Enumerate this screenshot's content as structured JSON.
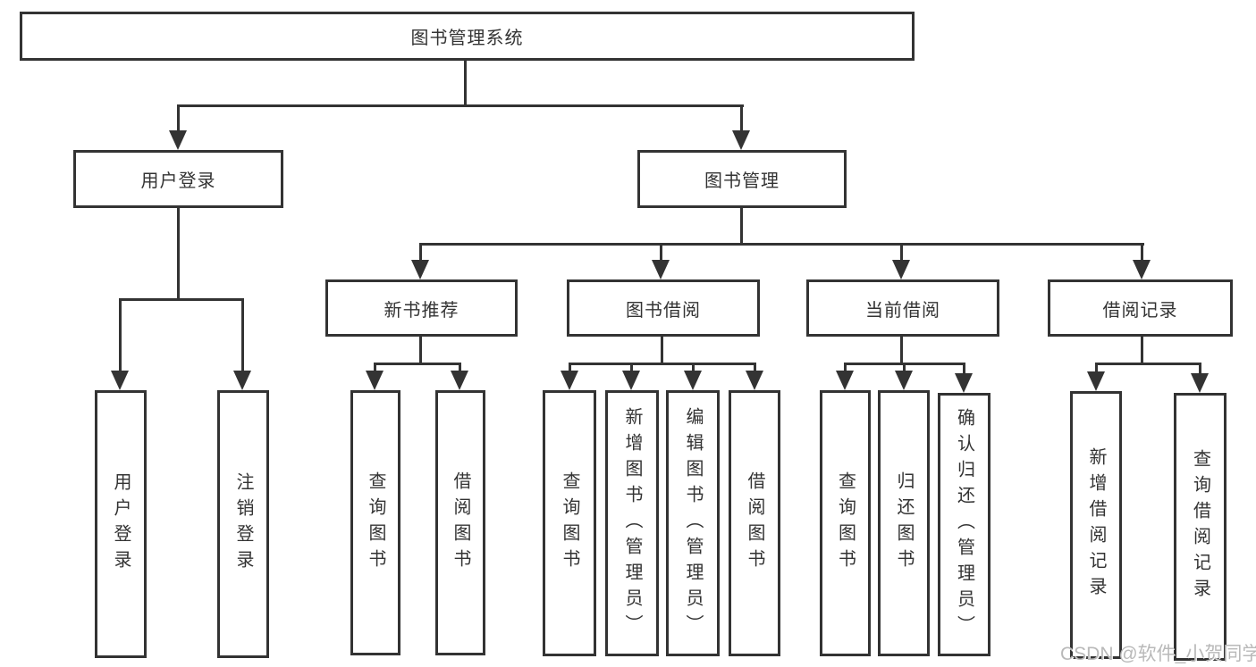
{
  "tree": {
    "root": {
      "label": "图书管理系统"
    },
    "level1": [
      {
        "label": "用户登录"
      },
      {
        "label": "图书管理"
      }
    ],
    "user_login_children": [
      {
        "label": "用户登录"
      },
      {
        "label": "注销登录"
      }
    ],
    "book_management_children": [
      {
        "label": "新书推荐"
      },
      {
        "label": "图书借阅"
      },
      {
        "label": "当前借阅"
      },
      {
        "label": "借阅记录"
      }
    ],
    "new_book_children": [
      {
        "label": "查询图书"
      },
      {
        "label": "借阅图书"
      }
    ],
    "book_borrow_children": [
      {
        "label": "查询图书"
      },
      {
        "label": "新增图书（管理员）"
      },
      {
        "label": "编辑图书（管理员）"
      },
      {
        "label": "借阅图书"
      }
    ],
    "current_borrow_children": [
      {
        "label": "查询图书"
      },
      {
        "label": "归还图书"
      },
      {
        "label": "确认归还（管理员）"
      }
    ],
    "borrow_record_children": [
      {
        "label": "新增借阅记录"
      },
      {
        "label": "查询借阅记录"
      }
    ]
  },
  "watermark": {
    "text": "CSDN @软件_小贺同学"
  },
  "colors": {
    "line": "#333333",
    "border": "#333333",
    "text": "#333333",
    "watermark": "#b9b9b9",
    "background": "#ffffff"
  }
}
